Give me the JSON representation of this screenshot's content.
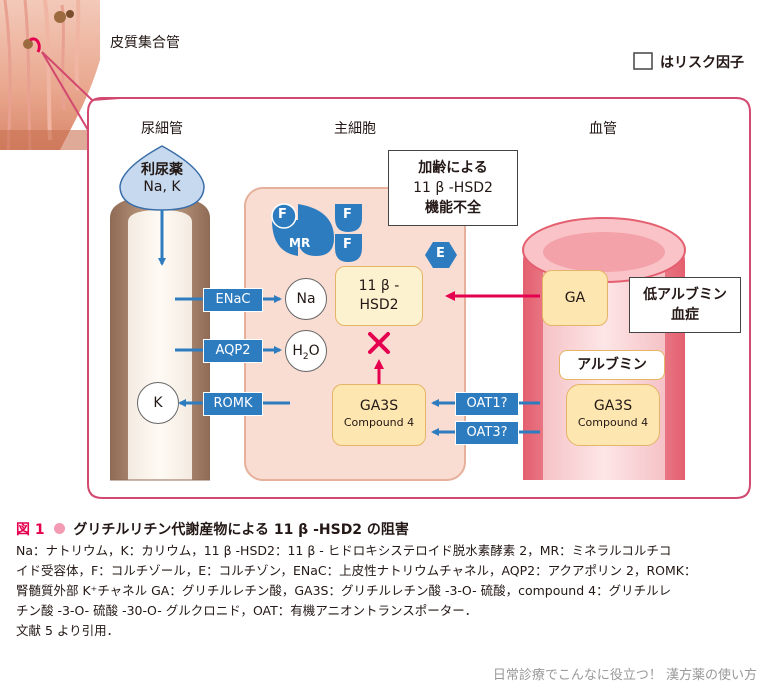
{
  "top_label": "皮質集合管",
  "legend": {
    "text": "はリスク因子"
  },
  "headers": {
    "tubule": "尿細管",
    "principal": "主細胞",
    "vessel": "血管"
  },
  "diuretic": {
    "line1": "利尿薬",
    "line2": "Na, K"
  },
  "transporters": {
    "enac": "ENaC",
    "aqp2": "AQP2",
    "romk": "ROMK",
    "oat1": "OAT1?",
    "oat3": "OAT3?"
  },
  "ions": {
    "na": "Na",
    "h2o_h": "H",
    "h2o_2": "2",
    "h2o_o": "O",
    "k": "K"
  },
  "enzyme": {
    "line1": "11 β -",
    "line2": "HSD2"
  },
  "receptor": {
    "f": "F",
    "mr": "MR",
    "e": "E"
  },
  "risk_aging": {
    "line1": "加齢による",
    "line2": "11 β -HSD2",
    "line3": "機能不全"
  },
  "risk_albumin": {
    "line1": "低アルブミン",
    "line2": "血症"
  },
  "ga3s_cell": {
    "line1": "GA3S",
    "line2": "Compound 4"
  },
  "ga3s_blood": {
    "line1": "GA3S",
    "line2": "Compound 4"
  },
  "ga": "GA",
  "albumin": "アルブミン",
  "caption": {
    "fig_label": "図 1",
    "title": "グリチルリチン代謝産物による 11 β -HSD2 の阻害",
    "body": [
      "Na：ナトリウム，K：カリウム，11 β -HSD2：11 β - ヒドロキシステロイド脱水素酵素 2，MR：ミネラルコルチコ",
      "イド受容体，F：コルチゾール，E：コルチゾン，ENaC：上皮性ナトリウムチャネル，AQP2：アクアポリン 2，ROMK：",
      "腎髄質外部 K⁺チャネル GA：グリチルレチン酸，GA3S：グリチルレチン酸 -3-O- 硫酸，compound 4：グリチルレ",
      "チン酸 -3-O- 硫酸 -30-O- グルクロニド，OAT：有機アニオントランスポーター．",
      "文献 5 より引用．"
    ]
  },
  "footer": "日常診療でこんなに役立つ！ 漢方薬の使い方",
  "colors": {
    "accent": "#e5004f",
    "transporter": "#2e7cc0",
    "cell": "#f9ddd3",
    "enzyme": "#fdf2d0",
    "ga3s": "#fde6b0"
  }
}
